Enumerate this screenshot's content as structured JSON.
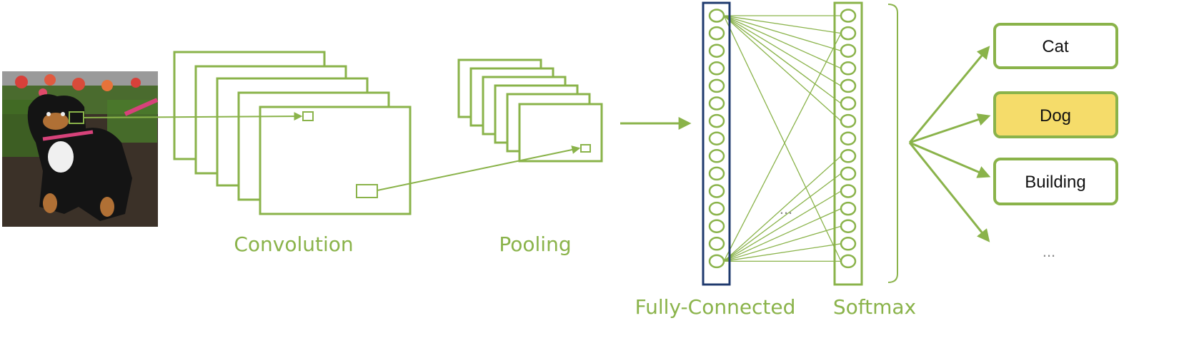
{
  "stages": {
    "convolution": "Convolution",
    "pooling": "Pooling",
    "fully_connected": "Fully-Connected",
    "softmax": "Softmax"
  },
  "outputs": [
    {
      "label": "Cat",
      "highlighted": false
    },
    {
      "label": "Dog",
      "highlighted": true
    },
    {
      "label": "Building",
      "highlighted": false
    }
  ],
  "ellipsis": {
    "between_layers": "...",
    "outputs": "..."
  },
  "colors": {
    "accent_green": "#8ab34a",
    "fc_border": "#1f3a6e",
    "highlight_fill": "#f5dc6a",
    "photo_bg": "#3b3128"
  }
}
